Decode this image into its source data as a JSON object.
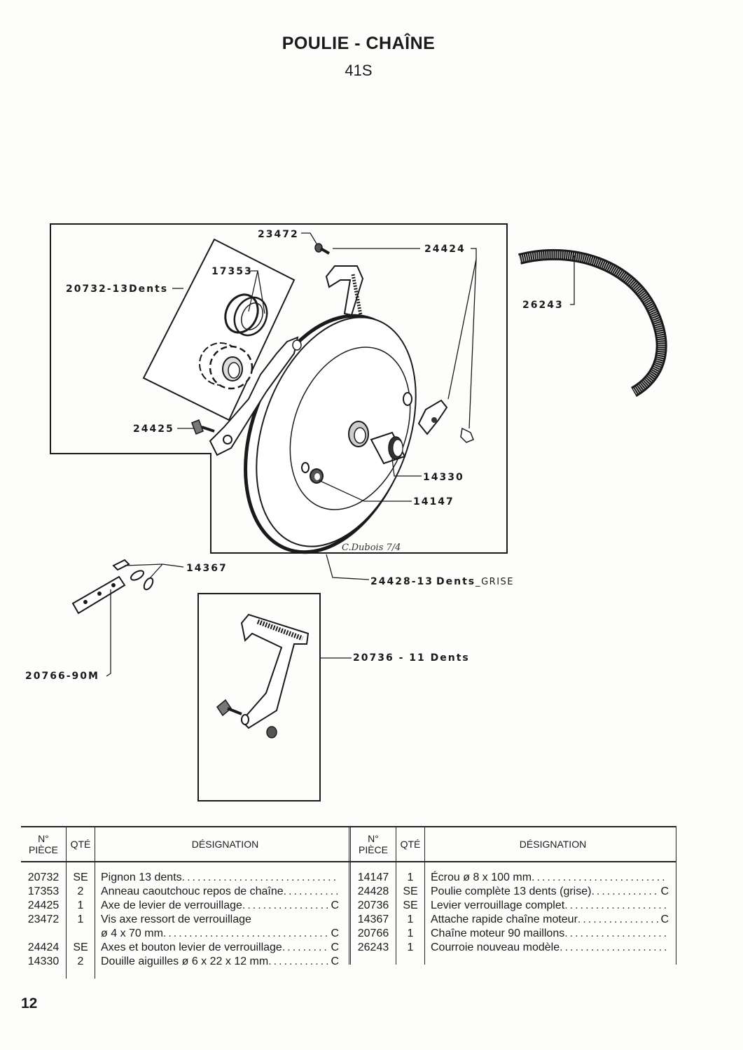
{
  "page": {
    "title": "POULIE - CHAÎNE",
    "subtitle": "41S",
    "page_number": "12"
  },
  "diagram": {
    "callouts": {
      "c23472": "23472",
      "c24424": "24424",
      "c20732": "20732-13Dents",
      "c17353": "17353",
      "c26243": "26243",
      "c24425": "24425",
      "c14330": "14330",
      "c14147": "14147",
      "c14367": "14367",
      "c24428_a": "24428-13",
      "c24428_b": "Dents",
      "c24428_c": "_GRISE",
      "c20736": "20736 - 11 Dents",
      "c20766": "20766-90M"
    },
    "signature": "C.Dubois 7/4"
  },
  "table": {
    "headers": {
      "no_line1": "N°",
      "no_line2": "PIÈCE",
      "qty": "QTÉ",
      "designation": "DÉSIGNATION"
    },
    "left_rows": [
      {
        "no": "20732",
        "qty": "SE",
        "designation": "Pignon 13 dents",
        "code": ""
      },
      {
        "no": "17353",
        "qty": "2",
        "designation": "Anneau caoutchouc repos de chaîne",
        "code": ""
      },
      {
        "no": "24425",
        "qty": "1",
        "designation": "Axe de levier de verrouillage",
        "code": "C"
      },
      {
        "no": "23472",
        "qty": "1",
        "designation": "Vis axe ressort de verrouillage",
        "code": ""
      },
      {
        "no": "",
        "qty": "",
        "designation": "ø 4 x 70 mm",
        "code": "C"
      },
      {
        "no": "24424",
        "qty": "SE",
        "designation": "Axes et bouton levier de verrouillage",
        "code": "C"
      },
      {
        "no": "14330",
        "qty": "2",
        "designation": "Douille aiguilles ø 6 x 22 x 12 mm",
        "code": "C"
      }
    ],
    "right_rows": [
      {
        "no": "14147",
        "qty": "1",
        "designation": "Écrou ø 8 x 100 mm",
        "code": ""
      },
      {
        "no": "24428",
        "qty": "SE",
        "designation": "Poulie complète 13 dents (grise)",
        "code": "C"
      },
      {
        "no": "20736",
        "qty": "SE",
        "designation": "Levier verrouillage complet",
        "code": ""
      },
      {
        "no": "14367",
        "qty": "1",
        "designation": "Attache rapide chaîne moteur",
        "code": "C"
      },
      {
        "no": "20766",
        "qty": "1",
        "designation": "Chaîne moteur 90 maillons",
        "code": ""
      },
      {
        "no": "26243",
        "qty": "1",
        "designation": "Courroie nouveau modèle",
        "code": ""
      }
    ]
  }
}
